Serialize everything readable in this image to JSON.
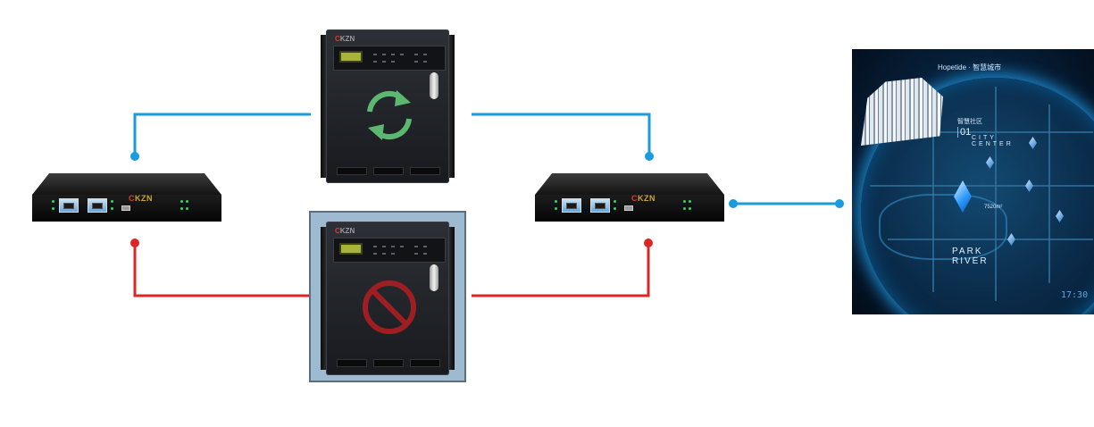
{
  "colors": {
    "active_link": "#1a9bdc",
    "failed_link": "#dc2626",
    "sync_symbol": "#5cb870",
    "fault_symbol": "#9e1f22",
    "failed_highlight": "#9dbad1"
  },
  "converters": [
    {
      "id": "converter-left",
      "brand_c": "C",
      "brand_rest": "KZN"
    },
    {
      "id": "converter-right",
      "brand_c": "C",
      "brand_rest": "KZN"
    }
  ],
  "cabinets": {
    "primary": {
      "brand_c": "C",
      "brand_rest": "KZN",
      "status_icon": "sync-arrows-icon"
    },
    "standby": {
      "brand_c": "C",
      "brand_rest": "KZN",
      "status_icon": "prohibited-icon"
    }
  },
  "city_screen": {
    "title": "Hopetide · 智慧城市",
    "district_label": "智慧社区",
    "district_number": "01",
    "center_label_1": "CITY",
    "center_label_2": "CENTER",
    "park_label_1": "PARK",
    "park_label_2": "RIVER",
    "area_value": "7520m²",
    "clock": "17:30"
  }
}
